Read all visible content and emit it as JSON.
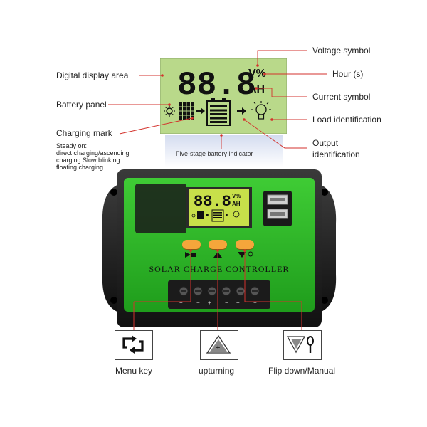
{
  "callouts": {
    "digital_display_area": "Digital display area",
    "battery_panel": "Battery panel",
    "charging_mark": "Charging mark",
    "charging_note_1": "Steady on:",
    "charging_note_2": "direct charging/ascending",
    "charging_note_3": "charging Slow blinking:",
    "charging_note_4": "floating charging",
    "voltage_symbol": "Voltage symbol",
    "hour": "Hour (s)",
    "current_symbol": "Current symbol",
    "load_identification": "Load identification",
    "output_identification_1": "Output",
    "output_identification_2": "identification",
    "five_stage": "Five-stage battery indicator"
  },
  "lcd": {
    "digits": "88.8",
    "unit_top": "V%",
    "unit_bottom": "AH"
  },
  "device": {
    "label": "SOLAR CHARGE CONTROLLER"
  },
  "keys": {
    "menu": "Menu key",
    "up": "upturning",
    "down": "Flip down/Manual"
  },
  "colors": {
    "lcd_green": "#b9d98a",
    "device_green": "#2fbf2a",
    "callout_red": "#d3322c",
    "button_orange": "#f5a63b"
  }
}
